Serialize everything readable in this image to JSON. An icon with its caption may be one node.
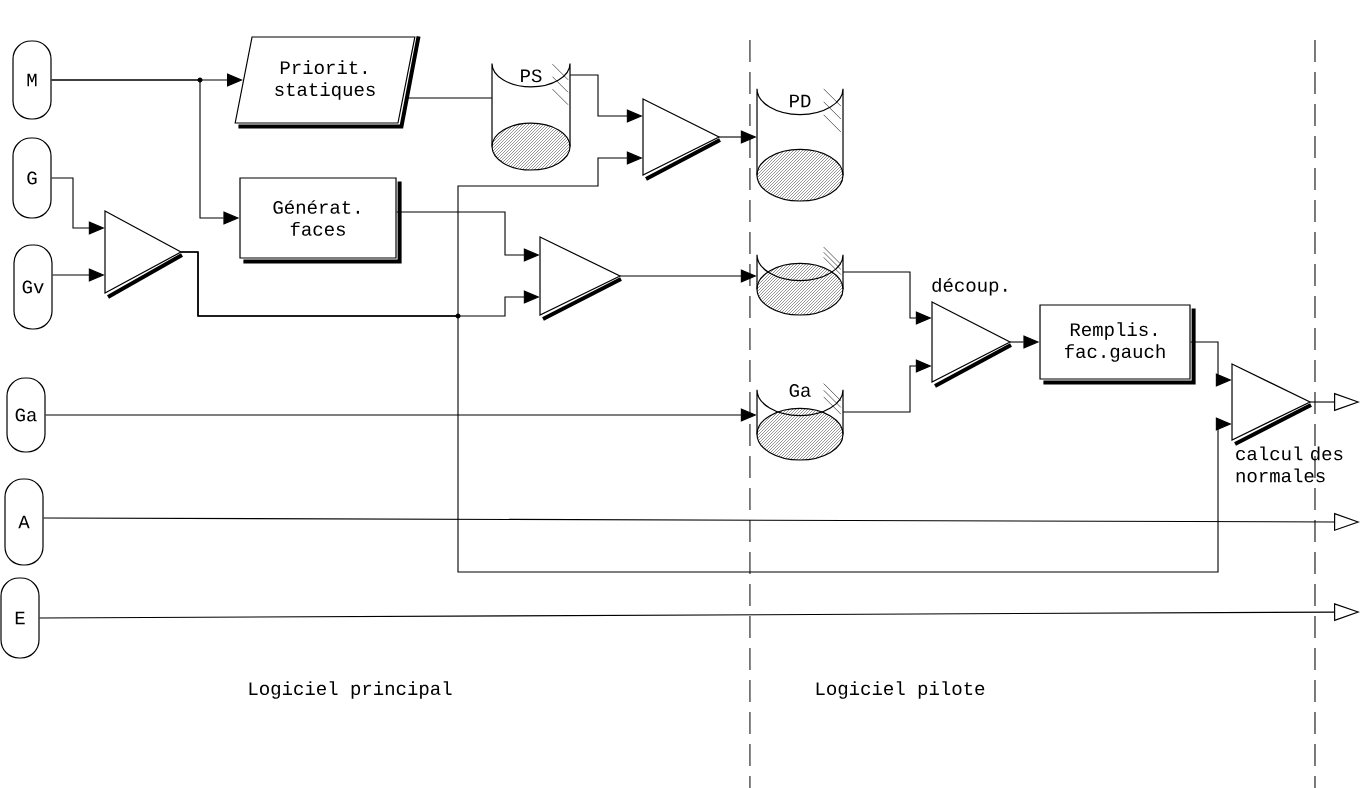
{
  "diagram": {
    "nodes": [
      {
        "text": [
          "M"
        ]
      },
      {
        "text": [
          "G"
        ]
      },
      {
        "text": [
          "Gv"
        ]
      },
      {
        "text": [
          "Ga"
        ]
      },
      {
        "text": [
          "A"
        ]
      },
      {
        "text": [
          "E"
        ]
      },
      {
        "text": [
          "Priorit. statiques"
        ]
      },
      {
        "text": [
          "Générat. faces"
        ]
      },
      {
        "text": [
          "PS"
        ]
      },
      {
        "text": [
          "PD"
        ]
      },
      {
        "text": [],
        "shape": "cylinder"
      },
      {
        "text": [
          "Ga"
        ]
      },
      {
        "text": [
          "Remplis. fac.gauch"
        ]
      },
      {
        "text": [],
        "shape": "triangle"
      },
      {
        "text": [],
        "shape": "triangle"
      },
      {
        "text": [],
        "shape": "triangle"
      },
      {
        "text": [
          "découp."
        ]
      },
      {
        "text": [
          "calcul des normales"
        ]
      }
    ],
    "edges": [
      {
        "from": 0,
        "to": 6,
        "arrow": "to"
      },
      {
        "from": 0,
        "to": 7,
        "arrow": "to"
      },
      {
        "from": 1,
        "to": 13,
        "arrow": "to"
      },
      {
        "from": 2,
        "to": 13,
        "arrow": "to"
      },
      {
        "from": 6,
        "to": 8,
        "arrow": "none"
      },
      {
        "from": 8,
        "to": 14,
        "arrow": "to"
      },
      {
        "from": 13,
        "to": 14,
        "arrow": "to"
      },
      {
        "from": 13,
        "to": 15,
        "arrow": "to"
      },
      {
        "from": 13,
        "to": 17,
        "arrow": "to"
      },
      {
        "from": 7,
        "to": 15,
        "arrow": "to"
      },
      {
        "from": 14,
        "to": 9,
        "arrow": "to"
      },
      {
        "from": 15,
        "to": 10,
        "arrow": "to"
      },
      {
        "from": 3,
        "to": 11,
        "arrow": "to"
      },
      {
        "from": 10,
        "to": 16,
        "arrow": "to"
      },
      {
        "from": 11,
        "to": 16,
        "arrow": "to"
      },
      {
        "from": 16,
        "to": 12,
        "arrow": "to"
      },
      {
        "from": 12,
        "to": 17,
        "arrow": "to"
      },
      {
        "from": 17,
        "to": null,
        "arrow": "to"
      },
      {
        "from": 4,
        "to": null,
        "arrow": "to"
      },
      {
        "from": 5,
        "to": null,
        "arrow": "to"
      }
    ],
    "labels": [
      "Logiciel principal",
      "Logiciel pilote"
    ]
  }
}
